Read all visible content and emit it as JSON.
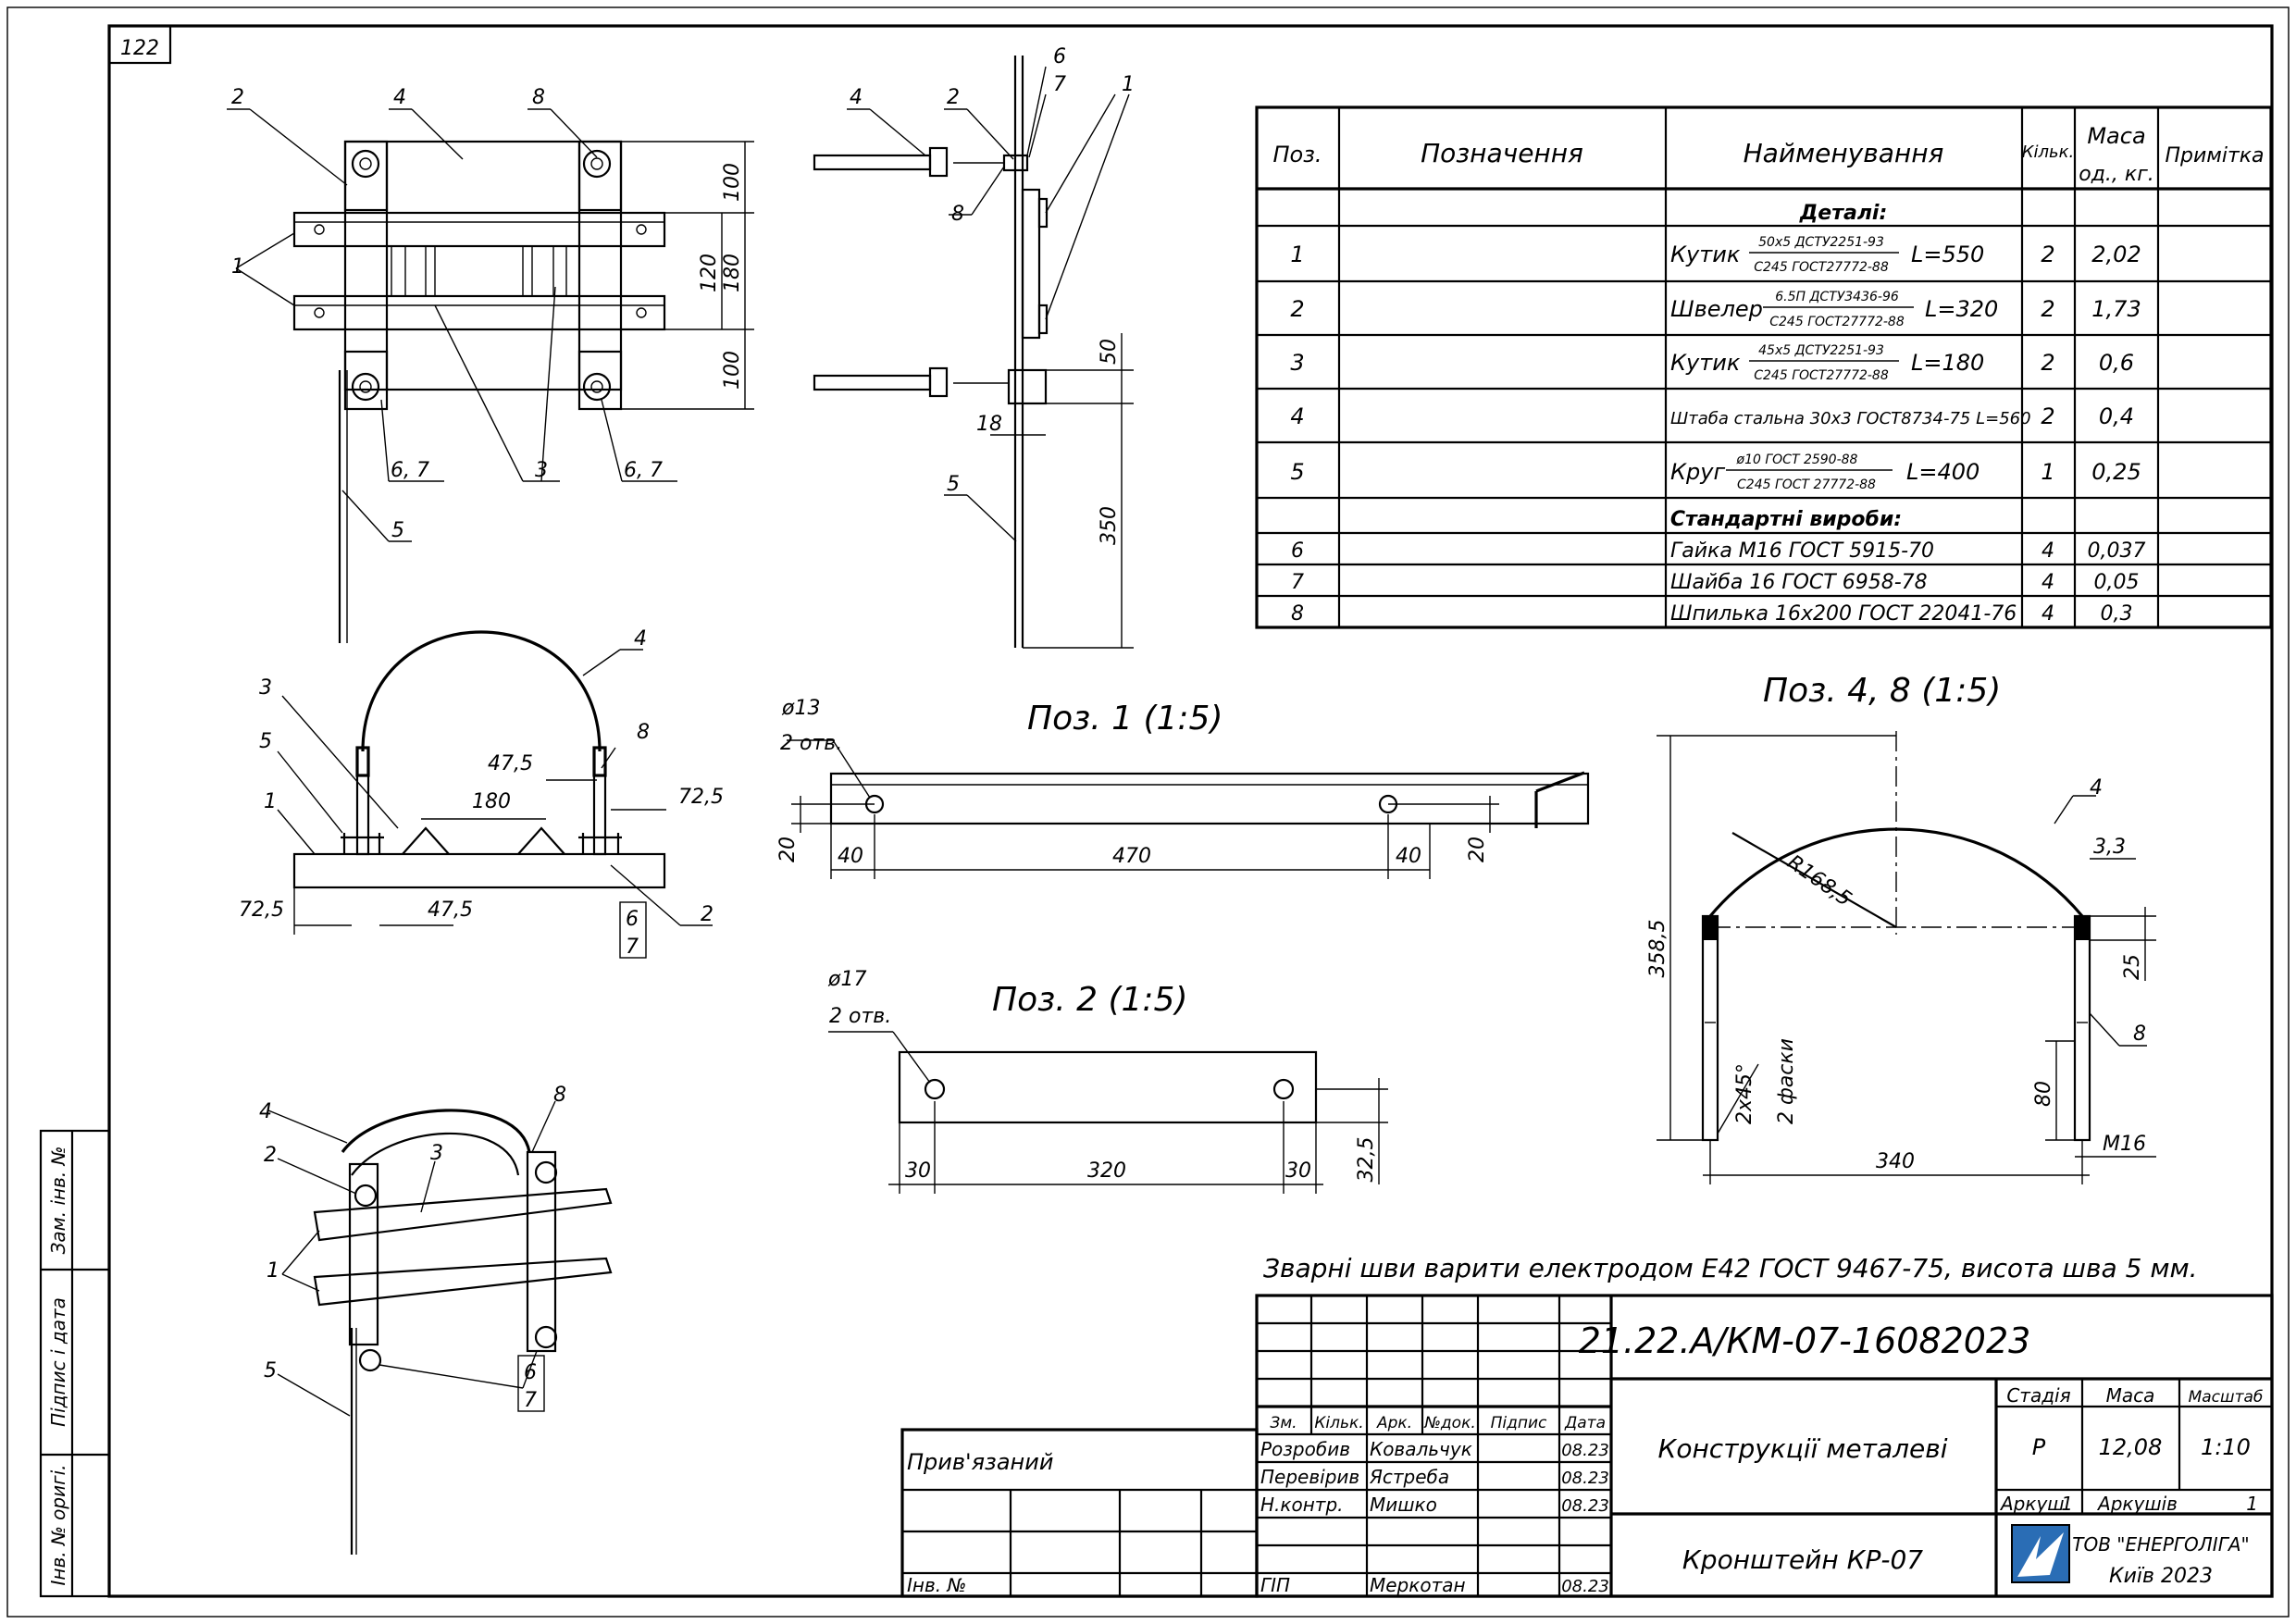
{
  "sheet_number": "122",
  "note": "Зварні шви варити електродом Е42 ГОСТ 9467-75, висота шва 5 мм.",
  "spec_table": {
    "headers": {
      "pos": "Поз.",
      "designation": "Позначення",
      "name": "Найменування",
      "qty": "Кільк.",
      "mass_top": "Маса",
      "mass_bottom": "од., кг.",
      "remark": "Примітка"
    },
    "section_parts": "Деталі:",
    "section_standard": "Стандартні вироби:",
    "rows": [
      {
        "pos": "1",
        "name": "Кутик",
        "frac_top": "50х5 ДСТУ2251-93",
        "frac_bottom": "С245 ГОСТ27772-88",
        "suffix": "L=550",
        "qty": "2",
        "mass": "2,02"
      },
      {
        "pos": "2",
        "name": "Швелер",
        "frac_top": "6.5П ДСТУ3436-96",
        "frac_bottom": "С245 ГОСТ27772-88",
        "suffix": "L=320",
        "qty": "2",
        "mass": "1,73"
      },
      {
        "pos": "3",
        "name": "Кутик",
        "frac_top": "45х5 ДСТУ2251-93",
        "frac_bottom": "С245 ГОСТ27772-88",
        "suffix": "L=180",
        "qty": "2",
        "mass": "0,6"
      },
      {
        "pos": "4",
        "name": "Штаба стальна 30х3 ГОСТ8734-75 L=560",
        "frac_top": "",
        "frac_bottom": "",
        "suffix": "",
        "qty": "2",
        "mass": "0,4"
      },
      {
        "pos": "5",
        "name": "Круг",
        "frac_top": "ø10 ГОСТ 2590-88",
        "frac_bottom": "С245 ГОСТ 27772-88",
        "suffix": "L=400",
        "qty": "1",
        "mass": "0,25"
      }
    ],
    "standard_rows": [
      {
        "pos": "6",
        "name": "Гайка М16 ГОСТ 5915-70",
        "qty": "4",
        "mass": "0,037"
      },
      {
        "pos": "7",
        "name": "Шайба 16 ГОСТ 6958-78",
        "qty": "4",
        "mass": "0,05"
      },
      {
        "pos": "8",
        "name": "Шпилька 16х200 ГОСТ 22041-76",
        "qty": "4",
        "mass": "0,3"
      }
    ]
  },
  "views": {
    "pos1_title": "Поз. 1 (1:5)",
    "pos2_title": "Поз. 2 (1:5)",
    "pos48_title": "Поз. 4, 8 (1:5)"
  },
  "dims": {
    "front": {
      "d100a": "100",
      "d120": "120",
      "d180": "180",
      "d100b": "100",
      "lbl67a": "6, 7",
      "lbl67b": "6, 7"
    },
    "side": {
      "d50": "50",
      "d18": "18",
      "d350": "350"
    },
    "plan": {
      "d47a": "47,5",
      "d180": "180",
      "d72a": "72,5",
      "d72b": "72,5",
      "d47b": "47,5"
    },
    "pos1": {
      "hole": "ø13",
      "holes": "2 отв.",
      "d20a": "20",
      "d40a": "40",
      "d470": "470",
      "d40b": "40",
      "d20b": "20"
    },
    "pos2": {
      "hole": "ø17",
      "holes": "2 отв.",
      "d30a": "30",
      "d320": "320",
      "d30b": "30",
      "d325": "32,5"
    },
    "pos48": {
      "r": "R168,5",
      "t": "3,3",
      "h": "358,5",
      "d25": "25",
      "d80": "80",
      "cham": "2х45°",
      "cham2": "2 фаски",
      "d340": "340",
      "m16": "M16"
    }
  },
  "callouts": {
    "c1": "1",
    "c2": "2",
    "c3": "3",
    "c4": "4",
    "c5": "5",
    "c6": "6",
    "c7": "7",
    "c8": "8"
  },
  "title_block": {
    "code": "21.22.А/КМ-07-16082023",
    "object_name": "Конструкції металеві",
    "drawing_name": "Кронштейн КР-07",
    "stage_label": "Стадія",
    "mass_label": "Маса",
    "scale_label": "Масштаб",
    "stage": "Р",
    "mass": "12,08",
    "scale": "1:10",
    "sheet_label": "Аркуш",
    "sheet": "1",
    "sheets_label": "Аркушів",
    "sheets": "1",
    "company": "ТОВ \"ЕНЕРГОЛІГА\"",
    "city_year": "Київ 2023",
    "bound": "Прив'язаний",
    "inv_no": "Інв. №",
    "cols": [
      "Зм.",
      "Кільк.",
      "Арк.",
      "№док.",
      "Підпис",
      "Дата"
    ],
    "staff": [
      {
        "role": "Розробив",
        "name": "Ковальчук",
        "date": "08.23"
      },
      {
        "role": "Перевірив",
        "name": "Ястреба",
        "date": "08.23"
      },
      {
        "role": "Н.контр.",
        "name": "Мишко",
        "date": "08.23"
      },
      {
        "role": "ГІП",
        "name": "Меркотан",
        "date": "08.23"
      }
    ],
    "side_stamp": [
      "Зам. інв. №",
      "Підпис і дата",
      "Інв. № оригі."
    ],
    "accent_logo": "#2a6db5"
  }
}
